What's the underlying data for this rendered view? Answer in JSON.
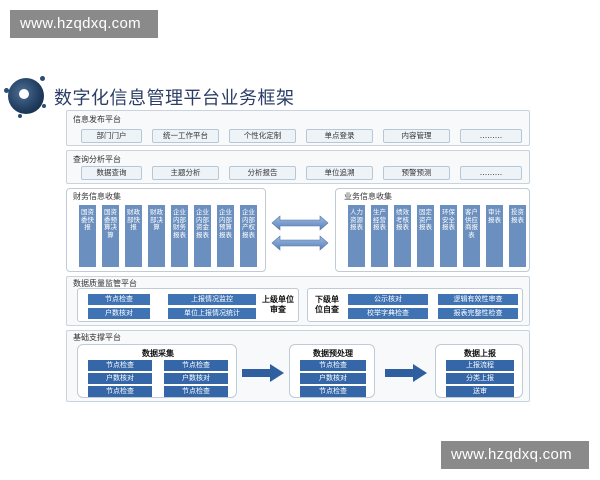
{
  "watermark_top": "www.hzqdxq.com",
  "watermark_bottom": "www.hzqdxq.com",
  "title": "数字化信息管理平台业务框架",
  "info_publish": {
    "label": "信息发布平台",
    "items": [
      "部门门户",
      "统一工作平台",
      "个性化定制",
      "单点登录",
      "内容管理",
      "………"
    ]
  },
  "query_analysis": {
    "label": "查询分析平台",
    "items": [
      "数据查询",
      "主题分析",
      "分析报告",
      "单位追溯",
      "预警预测",
      "………"
    ]
  },
  "finance_collect": {
    "label": "财务信息收集",
    "items": [
      "国资委快报",
      "国资委预算决算",
      "财政部快报",
      "财政部决算",
      "企业内部财务报表",
      "企业内部资金报表",
      "企业内部预算报表",
      "企业内部产权报表"
    ]
  },
  "business_collect": {
    "label": "业务信息收集",
    "items": [
      "人力资源报表",
      "生产经营报表",
      "绩效考核报表",
      "固定资产报表",
      "环保安全报表",
      "客户供应商报表",
      "审计报表",
      "投资报表"
    ]
  },
  "quality": {
    "label": "数据质量监管平台",
    "left_buttons": [
      "节点检查",
      "上报情况监控",
      "户数核对",
      "单位上报情况统计"
    ],
    "left_side": "上级单位审查",
    "right_side": "下级单位自查",
    "right_buttons": [
      "公示核对",
      "逻辑有效性审查",
      "校举字典检查",
      "报表完整性检查"
    ]
  },
  "foundation": {
    "label": "基础支撑平台",
    "collect": {
      "title": "数据采集",
      "buttons": [
        "节点检查",
        "节点检查",
        "户数核对",
        "户数核对",
        "节点检查",
        "节点检查"
      ]
    },
    "preprocess": {
      "title": "数据预处理",
      "buttons": [
        "节点检查",
        "户数核对",
        "节点检查"
      ]
    },
    "report": {
      "title": "数据上报",
      "buttons": [
        "上报流程",
        "分类上报",
        "送审"
      ]
    }
  },
  "colors": {
    "title": "#2c3e66",
    "box_blue": "#6b8fbe",
    "btn_blue": "#3567a8",
    "panel_border": "#c9d3de"
  }
}
